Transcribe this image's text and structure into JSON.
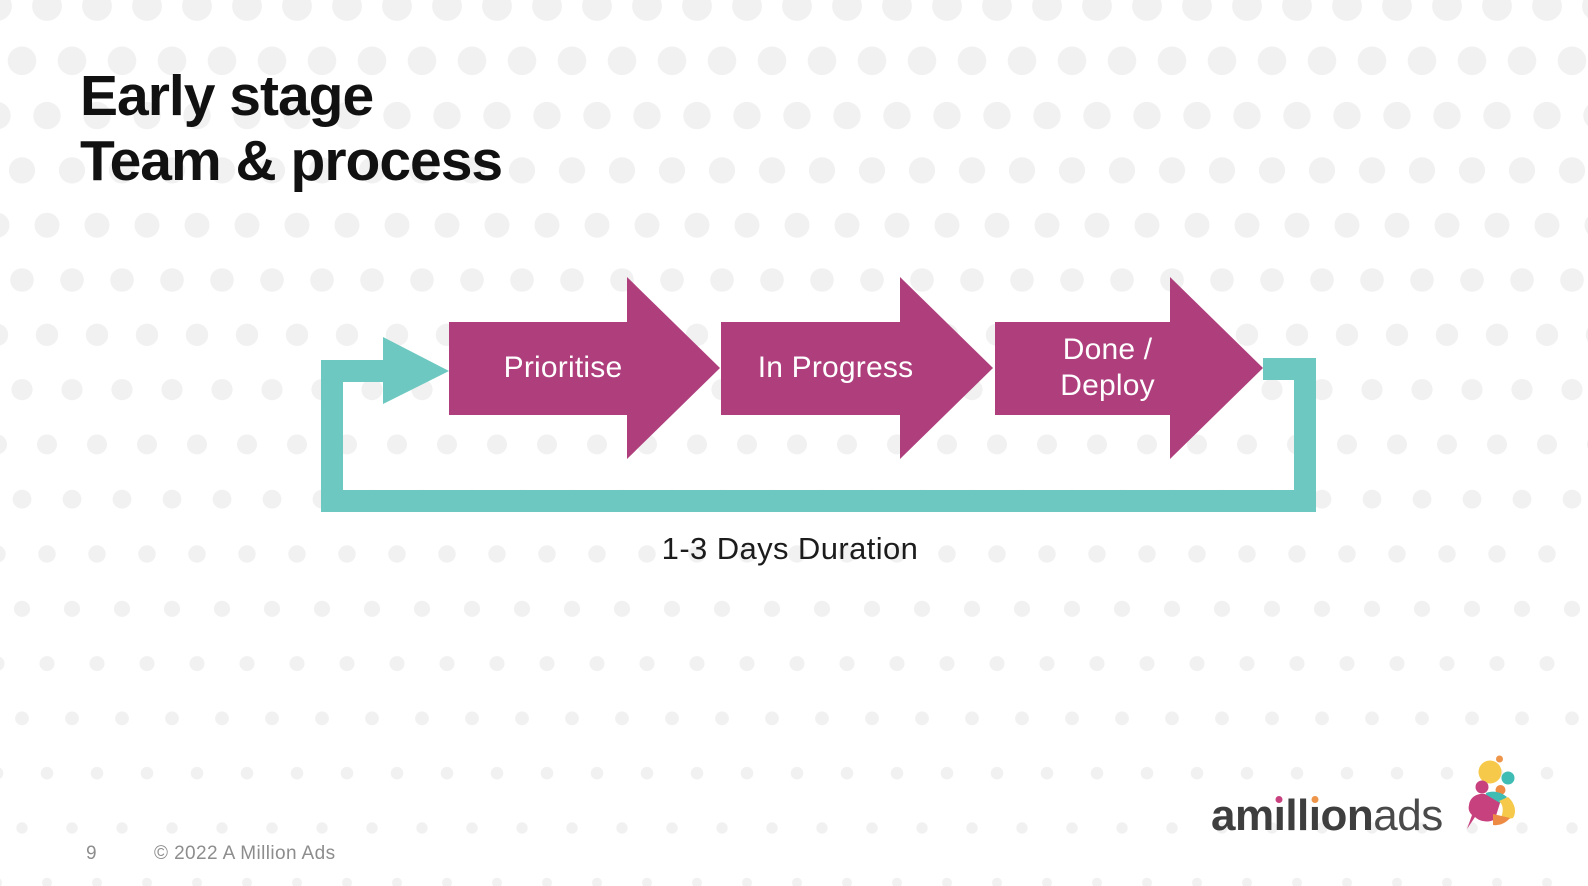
{
  "colors": {
    "arrow": "#ae3e7c",
    "loop": "#6cc8c0",
    "title_text": "#111111",
    "duration_text": "#1c1c1c",
    "footer_text": "#8d8d8d",
    "logo_text": "#3e3e3e",
    "logo_dot_i1": "#c8417f",
    "logo_dot_i2": "#ee9549",
    "logo_yellow": "#f6c94a",
    "logo_teal": "#3fbdb4",
    "logo_orange": "#ed8a43",
    "logo_pink": "#c8417f",
    "background_dot": "#f1f1f1"
  },
  "slide": {
    "title": "Early stage\nTeam & process",
    "page_number": "9",
    "copyright": "© 2022 A Million Ads"
  },
  "diagram": {
    "steps": [
      {
        "label": "Prioritise"
      },
      {
        "label": "In Progress"
      },
      {
        "label": "Done /\nDeploy"
      }
    ],
    "duration_label": "1-3 Days Duration"
  },
  "logo": {
    "part_am": "am",
    "part_i1": "ı",
    "part_ll": "ll",
    "part_i2": "ı",
    "part_on": "on",
    "part_ads": "ads"
  }
}
